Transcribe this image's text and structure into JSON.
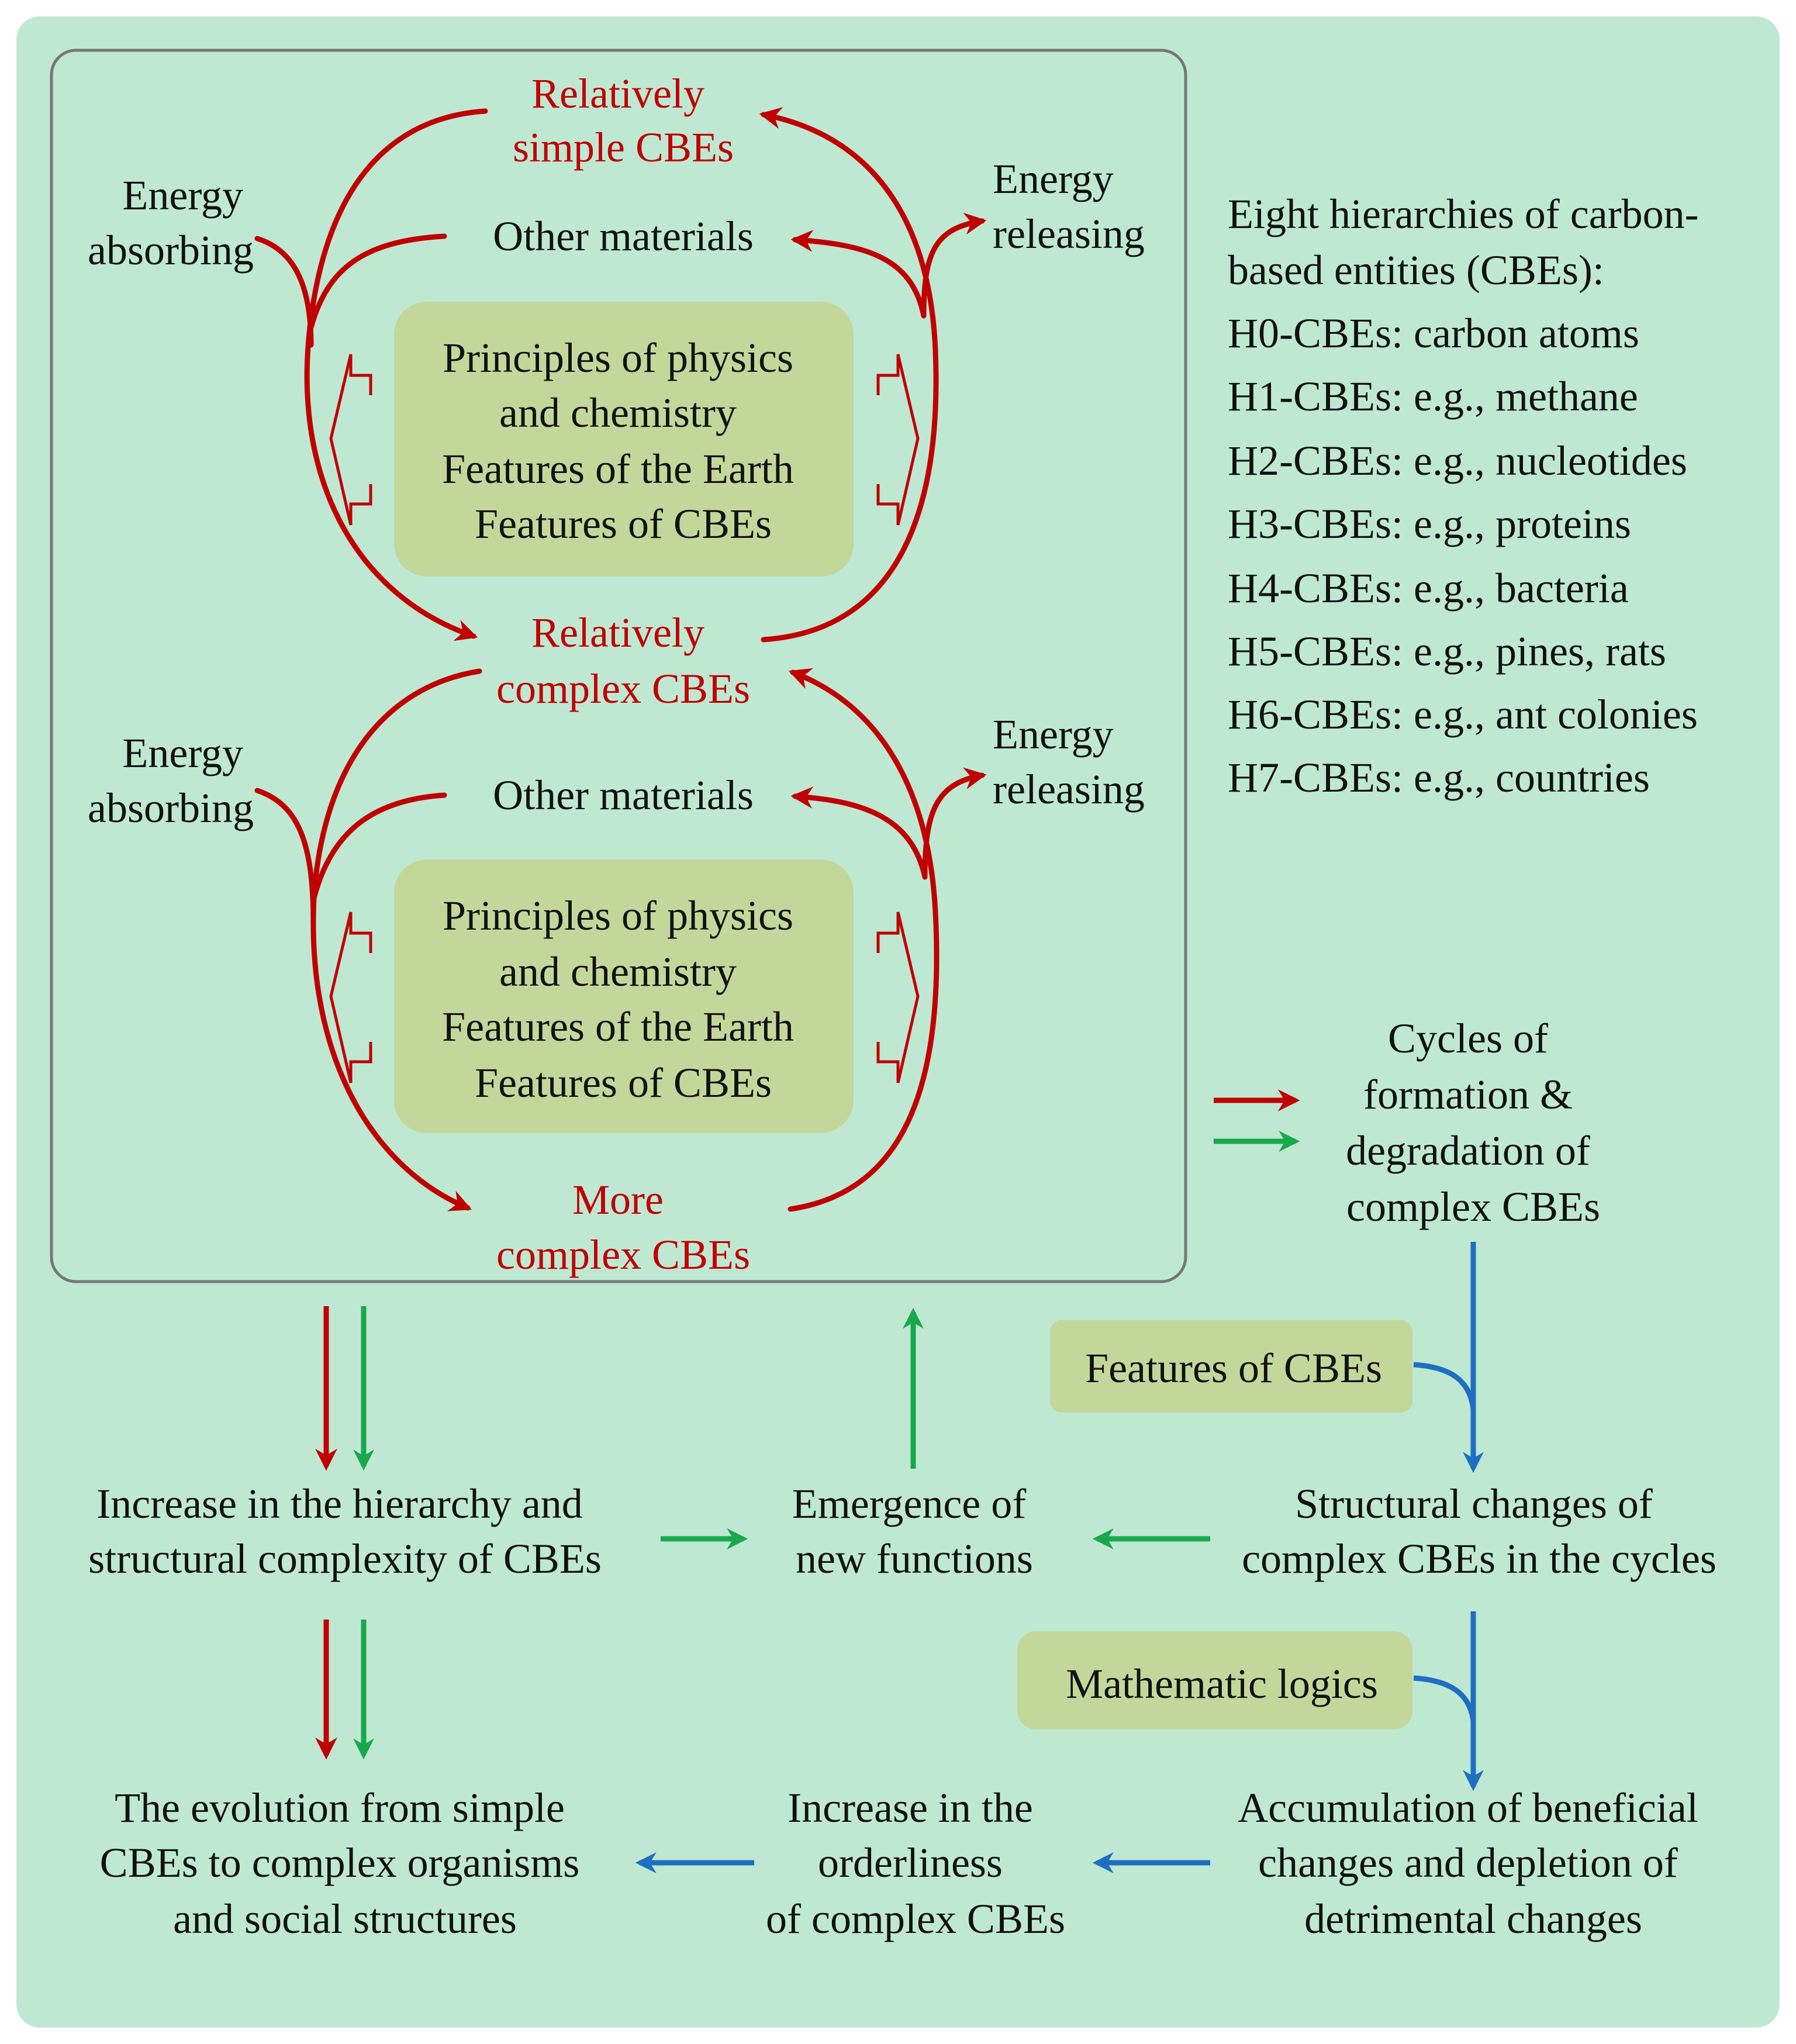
{
  "colors": {
    "background": "#bfe8d3",
    "panel_border": "#777777",
    "box_fill": "#c4d79b",
    "red": "#c00000",
    "green": "#19a84c",
    "blue": "#1e6fc2",
    "text": "#111111"
  },
  "upper": {
    "simple_cbes": [
      "Relatively",
      "simple CBEs"
    ],
    "energy_absorbing": [
      "Energy",
      "absorbing"
    ],
    "energy_releasing": [
      "Energy",
      "releasing"
    ],
    "other_materials": "Other materials",
    "principles_box": [
      "Principles of physics",
      "and chemistry",
      "Features of the Earth",
      "Features of CBEs"
    ],
    "complex_cbes": [
      "Relatively",
      "complex CBEs"
    ]
  },
  "lower": {
    "energy_absorbing": [
      "Energy",
      "absorbing"
    ],
    "energy_releasing": [
      "Energy",
      "releasing"
    ],
    "other_materials": "Other materials",
    "principles_box": [
      "Principles of physics",
      "and chemistry",
      "Features of the Earth",
      "Features of CBEs"
    ],
    "more_complex_cbes": [
      "More",
      "complex CBEs"
    ]
  },
  "hierarchies": {
    "heading": [
      "Eight hierarchies of carbon-",
      "based entities (CBEs):"
    ],
    "items": [
      "H0-CBEs: carbon atoms",
      "H1-CBEs: e.g., methane",
      "H2-CBEs: e.g., nucleotides",
      "H3-CBEs: e.g., proteins",
      "H4-CBEs: e.g., bacteria",
      "H5-CBEs: e.g., pines, rats",
      "H6-CBEs: e.g., ant colonies",
      "H7-CBEs: e.g., countries"
    ]
  },
  "flow": {
    "cycles": [
      "Cycles of",
      "formation &",
      "degradation of",
      "complex CBEs"
    ],
    "features_box": "Features of CBEs",
    "structural_changes": [
      "Structural changes of",
      "complex CBEs in the cycles"
    ],
    "emergence": [
      "Emergence of",
      "new functions"
    ],
    "increase_hierarchy": [
      "Increase in the hierarchy and",
      "structural complexity of CBEs"
    ],
    "math_box": "Mathematic logics",
    "accumulation": [
      "Accumulation of beneficial",
      "changes and depletion of",
      "detrimental changes"
    ],
    "orderliness": [
      "Increase in the",
      "orderliness",
      "of complex CBEs"
    ],
    "evolution": [
      "The evolution from simple",
      "CBEs to complex organisms",
      "and social structures"
    ]
  }
}
